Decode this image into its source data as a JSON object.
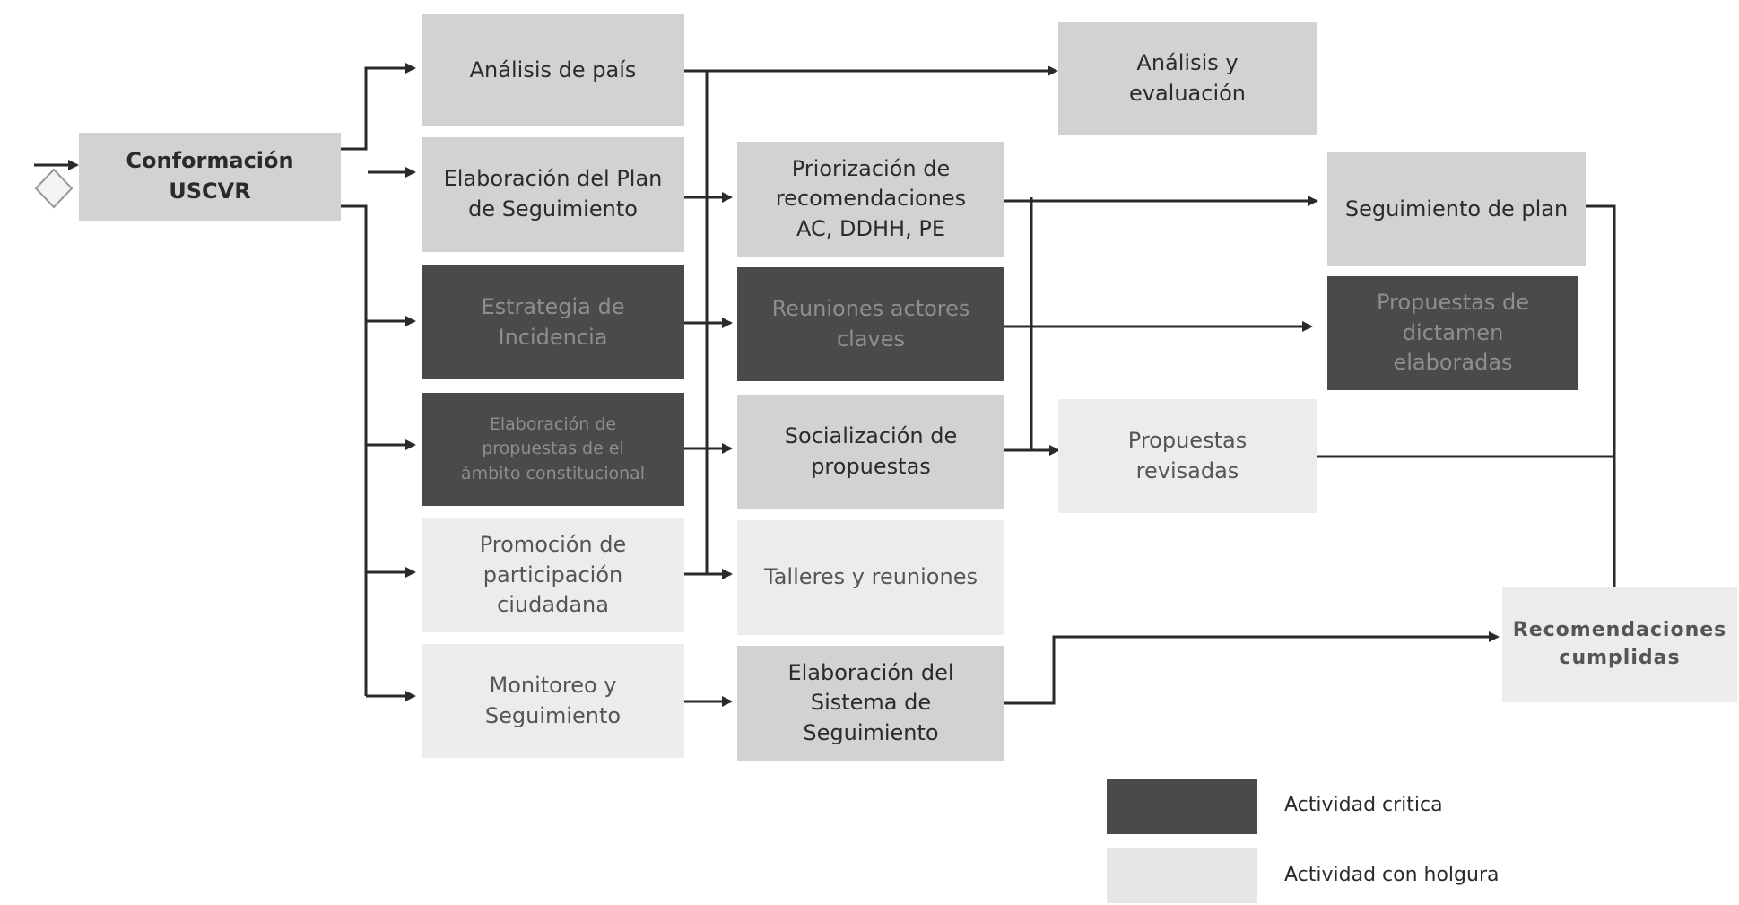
{
  "nodes": {
    "conformacion": "Conformación\nUSCVR",
    "analisis_pais": "Análisis de país",
    "elaboracion_plan": "Elaboración del Plan\nde Seguimiento",
    "estrategia": "Estrategia de\nIncidencia",
    "elaboracion_propuestas": "Elaboración de\npropuestas de el\námbito constitucional",
    "promocion": "Promoción de\nparticipación\nciudadana",
    "monitoreo": "Monitoreo y\nSeguimiento",
    "priorizacion": "Priorización de\nrecomendaciones\nAC, DDHH, PE",
    "reuniones": "Reuniones actores\nclaves",
    "socializacion": "Socialización de\npropuestas",
    "talleres": "Talleres y reuniones",
    "sistema": "Elaboración del\nSistema de\nSeguimiento",
    "analisis_evaluacion": "Análisis  y\nevaluación",
    "propuestas_revisadas": "Propuestas\nrevisadas",
    "seguimiento_plan": "Seguimiento de plan",
    "propuestas_dictamen": "Propuestas de\ndictamen\nelaboradas",
    "recomendaciones": "Recomendaciones\ncumplidas"
  },
  "legend": {
    "critical": "Actividad critica",
    "slack": "Actividad con holgura"
  },
  "colors": {
    "critical": "#4a4a4a",
    "slack_medium": "#d2d2d2",
    "slack_light": "#ececec",
    "line": "#2a2a2a"
  }
}
